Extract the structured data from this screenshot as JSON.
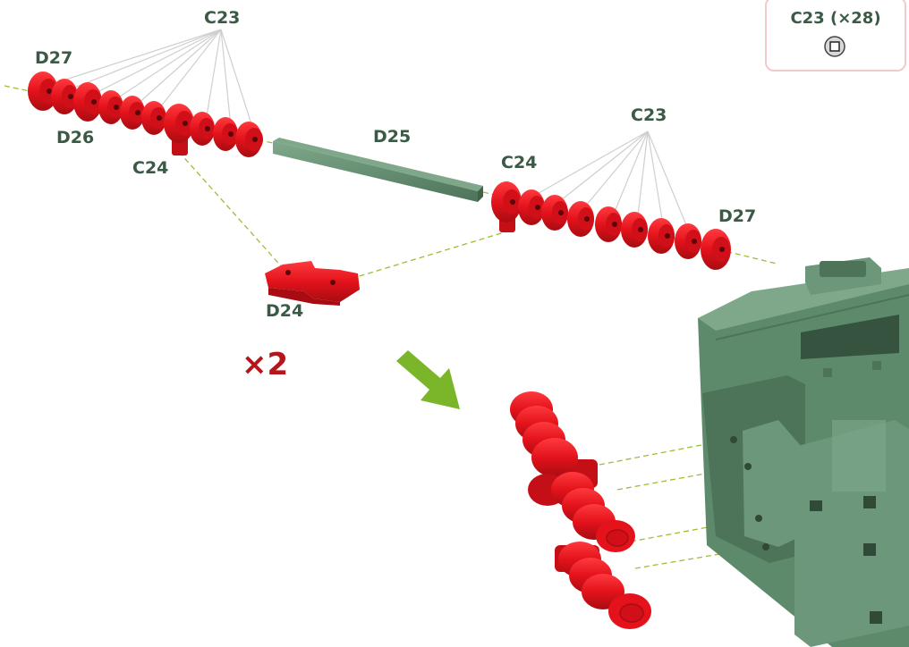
{
  "labels": {
    "c23_left": "C23",
    "d27_left": "D27",
    "d26": "D26",
    "c24_left": "C24",
    "d25": "D25",
    "c23_right": "C23",
    "c24_right": "C24",
    "d27_right": "D27",
    "d24": "D24"
  },
  "multiplier": "×2",
  "legend": {
    "text": "C23 (×28)",
    "icon": "washer-icon"
  },
  "colors": {
    "part_red": "#e3121b",
    "part_green": "#5e8a6c",
    "label_green": "#3a5a45",
    "arrow_green": "#7ab52a",
    "multiplier_red": "#b5161d",
    "guide_line": "#9abf34",
    "legend_border": "#f2c9cd"
  }
}
